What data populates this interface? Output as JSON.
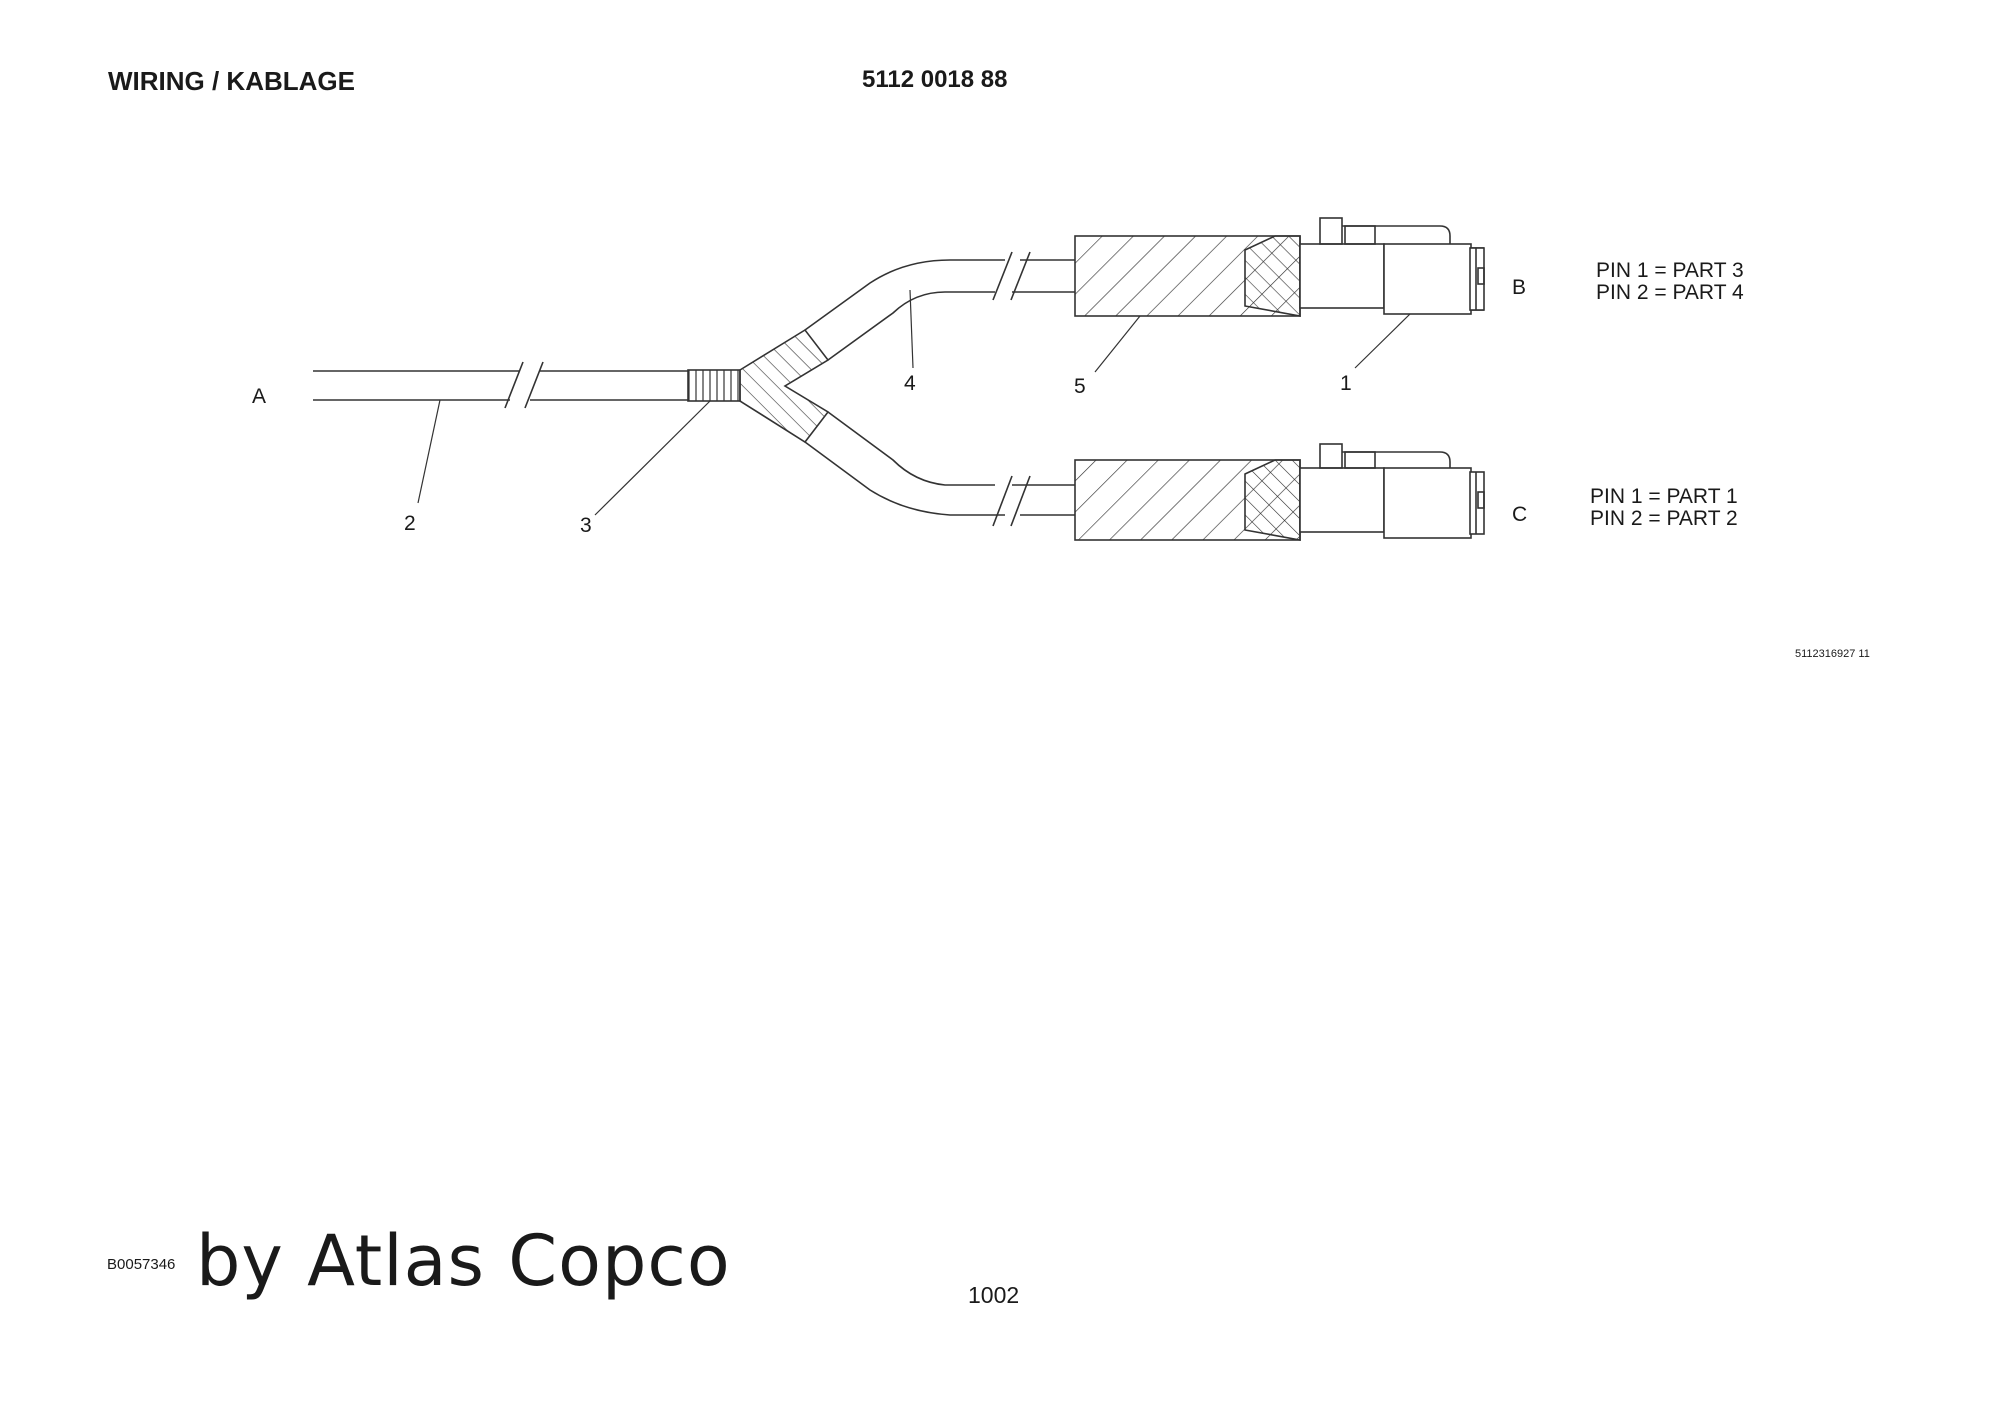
{
  "header": {
    "title": "WIRING / KABLAGE",
    "part_number": "5112 0018 88"
  },
  "diagram": {
    "ends": {
      "a": "A",
      "b": "B",
      "c": "C"
    },
    "callouts": {
      "n1": "1",
      "n2": "2",
      "n3": "3",
      "n4": "4",
      "n5": "5"
    },
    "pin_notes": {
      "b_line1": "PIN 1 = PART 3",
      "b_line2": "PIN 2 = PART 4",
      "c_line1": "PIN 1 = PART 1",
      "c_line2": "PIN 2 = PART 2"
    },
    "reference": "5112316927 11"
  },
  "footer": {
    "code": "B0057346",
    "brand": "by Atlas Copco",
    "page": "1002"
  }
}
